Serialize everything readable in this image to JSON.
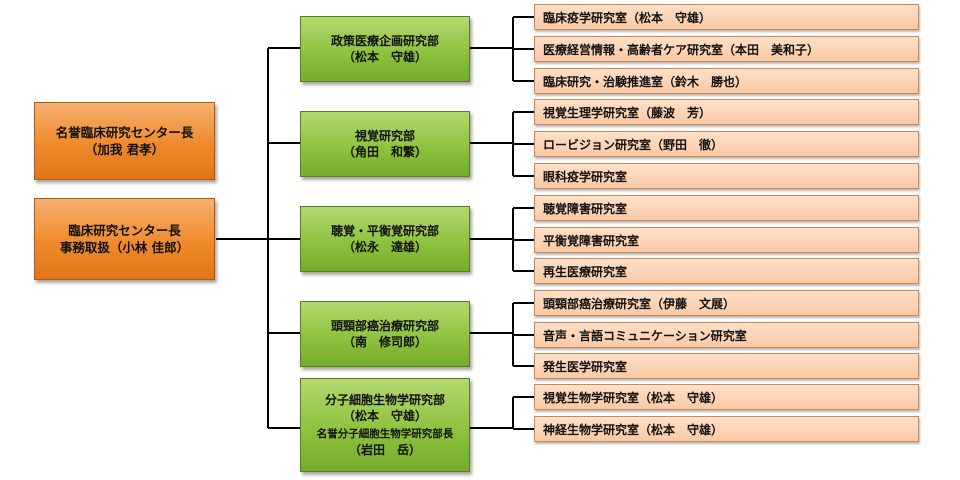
{
  "left": {
    "honorary_director": {
      "title": "名誉臨床研究センター長",
      "person": "（加我 君孝）"
    },
    "director": {
      "title": "臨床研究センター長",
      "person": "事務取扱（小林 佳郎）"
    }
  },
  "departments": [
    {
      "name": "政策医療企画研究部",
      "head": "（松本　守雄）",
      "labs": [
        "臨床疫学研究室（松本　守雄）",
        "医療経営情報・高齢者ケア研究室（本田　美和子）",
        "臨床研究・治験推進室（鈴木　勝也）"
      ]
    },
    {
      "name": "視覚研究部",
      "head": "（角田　和繁）",
      "labs": [
        "視覚生理学研究室（藤波　芳）",
        "ロービジョン研究室（野田　徹）",
        "眼科疫学研究室"
      ]
    },
    {
      "name": "聴覚・平衡覚研究部",
      "head": "（松永　達雄）",
      "labs": [
        "聴覚障害研究室",
        "平衡覚障害研究室",
        "再生医療研究室"
      ]
    },
    {
      "name": "頭頸部癌治療研究部",
      "head": "（南　修司郎）",
      "labs": [
        "頭頸部癌治療研究室（伊藤　文展）",
        "音声・言語コミュニケーション研究室",
        "発生医学研究室"
      ]
    },
    {
      "name": "分子細胞生物学研究部",
      "head": "（松本　守雄）",
      "sub_title": "名誉分子細胞生物学研究部長",
      "sub_person": "（岩田　岳）",
      "labs": [
        "視覚生物学研究室（松本　守雄）",
        "神経生物学研究室（松本　守雄）"
      ]
    }
  ],
  "colors": {
    "line": "#000000",
    "orange": "#ef8a2c",
    "green": "#8fc23f",
    "room": "#fbc9a4"
  }
}
